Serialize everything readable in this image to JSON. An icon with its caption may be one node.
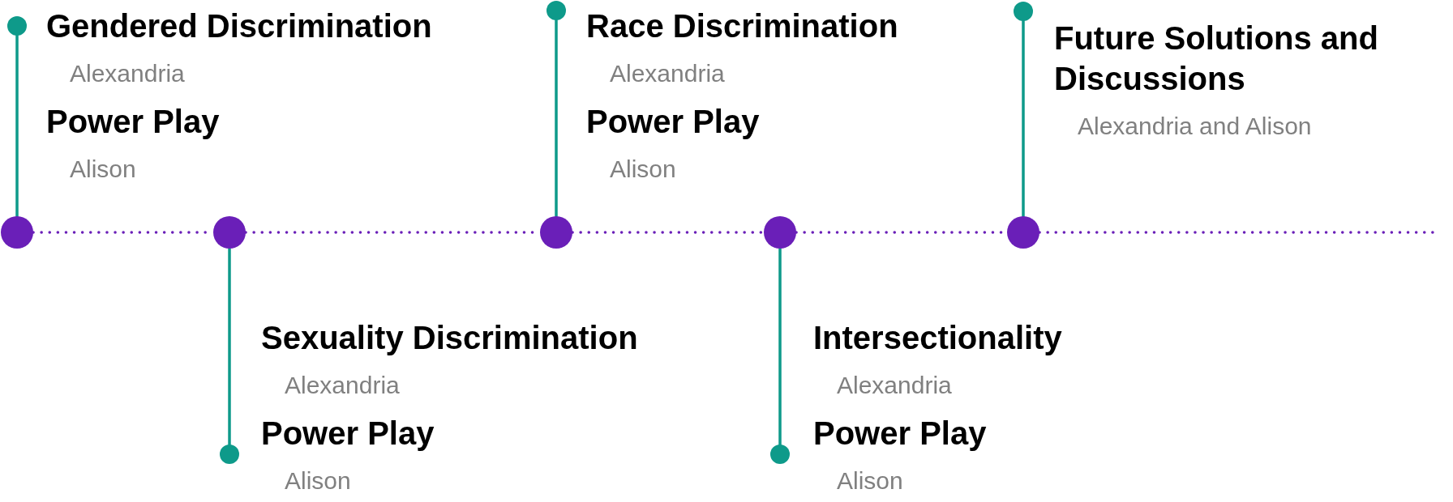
{
  "diagram": {
    "nodes": [
      {
        "text": [
          "Gendered Discrimination",
          "Alexandria",
          "Power Play",
          "Alison"
        ]
      },
      {
        "text": [
          "Sexuality Discrimination",
          "Alexandria",
          "Power Play",
          "Alison"
        ]
      },
      {
        "text": [
          "Race Discrimination",
          "Alexandria",
          "Power Play",
          "Alison"
        ]
      },
      {
        "text": [
          "Intersectionality",
          "Alexandria",
          "Power Play",
          "Alison"
        ]
      },
      {
        "text": [
          "Future Solutions and Discussions",
          "Alexandria and Alison"
        ]
      },
      {
        "text": [],
        "shape": "circle"
      },
      {
        "text": [],
        "shape": "circle"
      },
      {
        "text": [],
        "shape": "circle"
      },
      {
        "text": [],
        "shape": "circle"
      },
      {
        "text": [],
        "shape": "circle"
      },
      {
        "text": [],
        "shape": "circle"
      },
      {
        "text": [],
        "shape": "circle"
      },
      {
        "text": [],
        "shape": "circle"
      },
      {
        "text": [],
        "shape": "circle"
      },
      {
        "text": [],
        "shape": "circle"
      }
    ],
    "edges": [
      {
        "from": 5,
        "to": 10,
        "arrow": "none",
        "color": "#0e9a8a"
      },
      {
        "from": 6,
        "to": 11,
        "arrow": "none",
        "color": "#0e9a8a"
      },
      {
        "from": 7,
        "to": 12,
        "arrow": "none",
        "color": "#0e9a8a"
      },
      {
        "from": 8,
        "to": 13,
        "arrow": "none",
        "color": "#0e9a8a"
      },
      {
        "from": 9,
        "to": 14,
        "arrow": "none",
        "color": "#0e9a8a"
      },
      {
        "from": 10,
        "to": 11,
        "arrow": "none",
        "style": "dashed",
        "color": "#6a1fb8"
      },
      {
        "from": 11,
        "to": 12,
        "arrow": "none",
        "style": "dashed",
        "color": "#6a1fb8"
      },
      {
        "from": 12,
        "to": 13,
        "arrow": "none",
        "style": "dashed",
        "color": "#6a1fb8"
      },
      {
        "from": 13,
        "to": 14,
        "arrow": "none",
        "style": "dashed",
        "color": "#6a1fb8"
      },
      {
        "from": 14,
        "to": null,
        "arrow": "none",
        "style": "dashed",
        "color": "#6a1fb8"
      }
    ]
  }
}
